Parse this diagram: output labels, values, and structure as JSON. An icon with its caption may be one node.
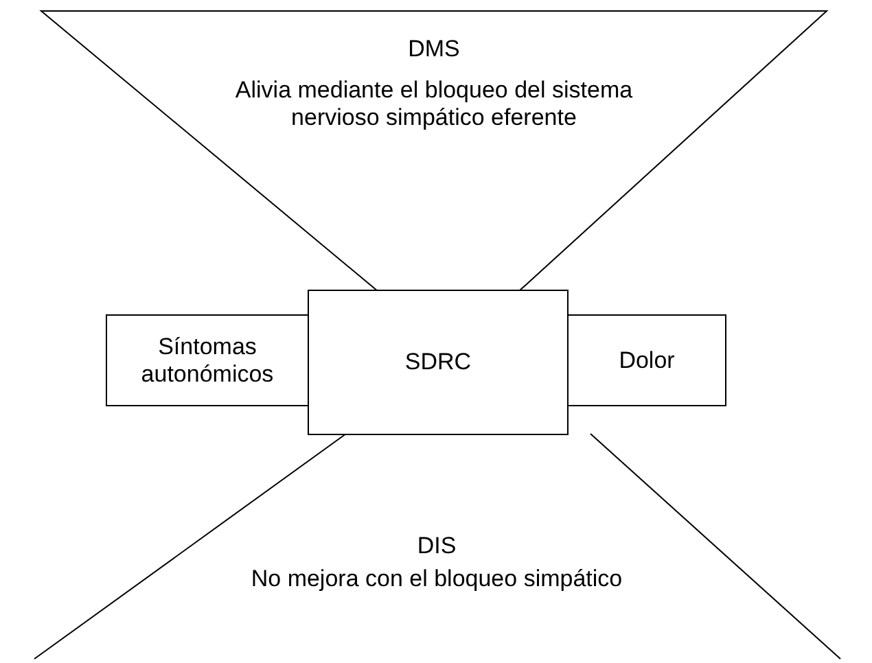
{
  "diagram": {
    "nodes": [
      {
        "text": [
          "DMS",
          "Alivia mediante el bloqueo del sistema nervioso simpático eferente"
        ]
      },
      {
        "text": [
          "Síntomas autonómicos"
        ]
      },
      {
        "text": [
          "SDRC"
        ]
      },
      {
        "text": [
          "Dolor"
        ]
      },
      {
        "text": [
          "DIS",
          "No mejora con el bloqueo simpático"
        ]
      }
    ]
  }
}
